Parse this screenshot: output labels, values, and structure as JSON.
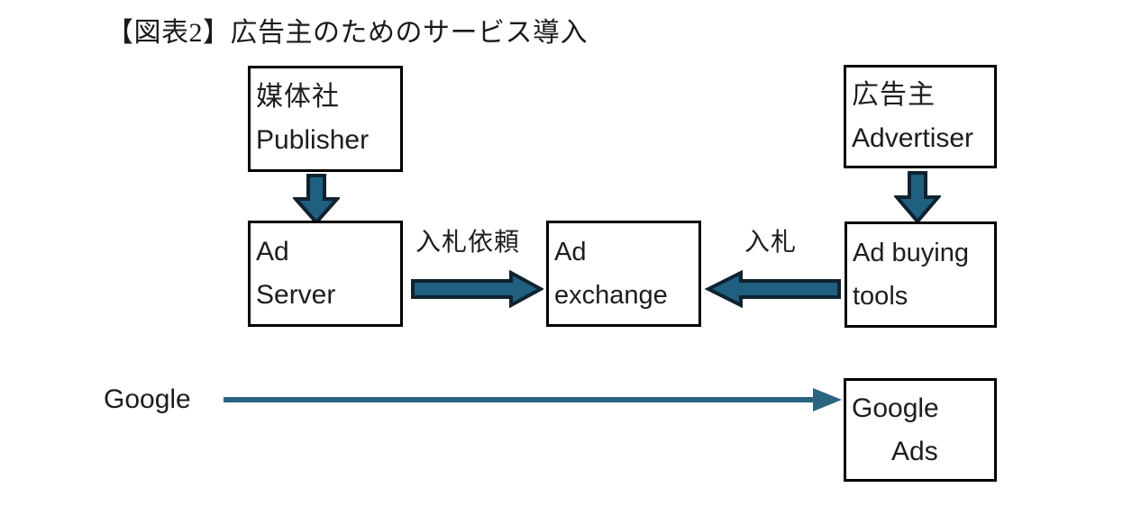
{
  "figure": {
    "title": "【図表2】広告主のためのサービス導入",
    "colors": {
      "arrow_fill": "#1F5F80",
      "arrow_outline": "#11222F",
      "line_arrow": "#2A6480",
      "box_border": "#000000",
      "text": "#1D1D1D",
      "background": "#FFFFFF"
    },
    "boxes": {
      "publisher": {
        "line1": "媒体社",
        "line2": "Publisher"
      },
      "advertiser": {
        "line1": "広告主",
        "line2": "Advertiser"
      },
      "ad_server": {
        "line1": "Ad",
        "line2": "Server"
      },
      "ad_exchange": {
        "line1": "Ad",
        "line2": "exchange"
      },
      "ad_buying_tools": {
        "line1": "Ad buying",
        "line2": "tools"
      },
      "google_ads": {
        "line1": "Google",
        "line2": "Ads"
      }
    },
    "arrows": {
      "publisher_to_ad_server": {
        "icon": "arrow-down-icon",
        "label": ""
      },
      "advertiser_to_ad_buying_tools": {
        "icon": "arrow-down-icon",
        "label": ""
      },
      "ad_server_to_ad_exchange": {
        "icon": "arrow-right-icon",
        "label": "入札依頼"
      },
      "ad_buying_tools_to_ad_exchange": {
        "icon": "arrow-left-icon",
        "label": "入札"
      },
      "google_to_google_ads": {
        "icon": "arrow-right-line-icon",
        "label": "Google"
      }
    }
  }
}
